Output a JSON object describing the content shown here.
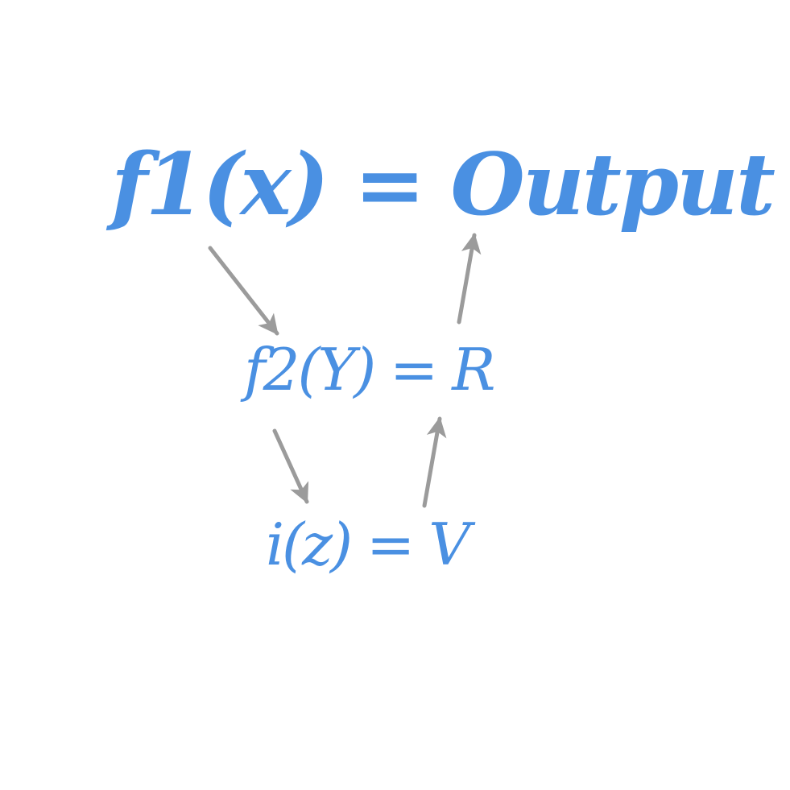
{
  "equations": {
    "top": "f1(x) = Output",
    "middle": "f2(Y) = R",
    "bottom": "i(z) = V"
  },
  "colors": {
    "text": "#4a90e2",
    "arrow": "#9b9b9b",
    "background": "#ffffff"
  }
}
